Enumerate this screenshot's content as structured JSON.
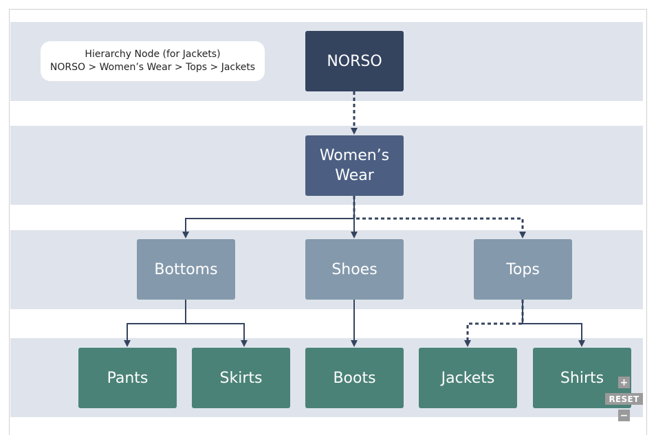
{
  "callout": {
    "title": "Hierarchy Node (for Jackets)",
    "path": "NORSO > Women’s Wear > Tops > Jackets"
  },
  "nodes": [
    {
      "id": "norso",
      "label": "NORSO",
      "level": 0
    },
    {
      "id": "womens-wear",
      "label": "Women’s Wear",
      "level": 1
    },
    {
      "id": "bottoms",
      "label": "Bottoms",
      "level": 2
    },
    {
      "id": "shoes",
      "label": "Shoes",
      "level": 2
    },
    {
      "id": "tops",
      "label": "Tops",
      "level": 2
    },
    {
      "id": "pants",
      "label": "Pants",
      "level": 3
    },
    {
      "id": "skirts",
      "label": "Skirts",
      "level": 3
    },
    {
      "id": "boots",
      "label": "Boots",
      "level": 3
    },
    {
      "id": "jackets",
      "label": "Jackets",
      "level": 3
    },
    {
      "id": "shirts",
      "label": "Shirts",
      "level": 3
    }
  ],
  "edges": [
    {
      "from": "norso",
      "to": "womens-wear",
      "highlighted": true
    },
    {
      "from": "womens-wear",
      "to": "bottoms",
      "highlighted": false
    },
    {
      "from": "womens-wear",
      "to": "shoes",
      "highlighted": false
    },
    {
      "from": "womens-wear",
      "to": "tops",
      "highlighted": true
    },
    {
      "from": "bottoms",
      "to": "pants",
      "highlighted": false
    },
    {
      "from": "bottoms",
      "to": "skirts",
      "highlighted": false
    },
    {
      "from": "shoes",
      "to": "boots",
      "highlighted": false
    },
    {
      "from": "tops",
      "to": "jackets",
      "highlighted": true
    },
    {
      "from": "tops",
      "to": "shirts",
      "highlighted": false
    }
  ],
  "zoom_controls": {
    "zoom_in": "+",
    "reset": "RESET",
    "zoom_out": "−"
  },
  "colors": {
    "band": "#dfe4ec",
    "edge": "#34435e",
    "level0": "#34435e",
    "level1": "#4c5f82",
    "level2": "#8499ac",
    "level3": "#4b8277"
  }
}
